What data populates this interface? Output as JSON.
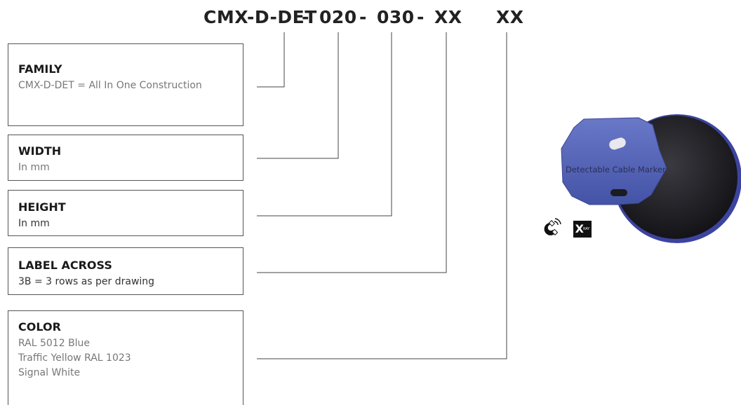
{
  "part_code": {
    "family": "CMX-D-DET",
    "dash1": "-",
    "width": "020",
    "dash2": "-",
    "height": "030",
    "dash3": "-",
    "label_across": "XX",
    "color": "XX"
  },
  "boxes": {
    "family": {
      "title": "FAMILY",
      "lines": [
        "CMX-D-DET = All In One Construction"
      ]
    },
    "width": {
      "title": "WIDTH",
      "lines": [
        "In mm"
      ]
    },
    "height": {
      "title": "HEIGHT",
      "lines": [
        "In mm"
      ]
    },
    "label_across": {
      "title": "LABEL ACROSS",
      "lines": [
        "3B = 3 rows as per drawing"
      ]
    },
    "color": {
      "title": "COLOR",
      "lines": [
        "RAL 5012 Blue",
        "Traffic Yellow RAL 1023",
        "Signal White"
      ]
    }
  },
  "product": {
    "marker_text": "Detectable Cable Marker",
    "icons": [
      "magnet-detectable-icon",
      "xray-detectable-icon"
    ],
    "xray_letter": "X",
    "xray_small": "RAY",
    "colors": {
      "tag": "#4f5fb0",
      "disc": "#1e1e22",
      "rim": "#4a4fa8"
    }
  }
}
